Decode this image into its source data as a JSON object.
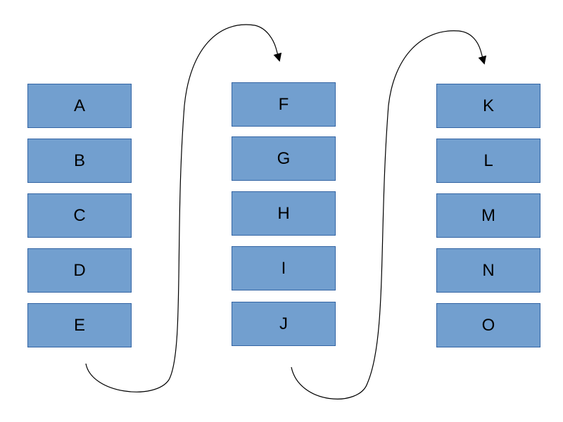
{
  "columns": [
    {
      "boxes": [
        "A",
        "B",
        "C",
        "D",
        "E"
      ]
    },
    {
      "boxes": [
        "F",
        "G",
        "H",
        "I",
        "J"
      ]
    },
    {
      "boxes": [
        "K",
        "L",
        "M",
        "N",
        "O"
      ]
    }
  ],
  "connectors": [
    {
      "from": "E",
      "to": "F"
    },
    {
      "from": "J",
      "to": "K"
    }
  ],
  "colors": {
    "box_fill": "#729fcf",
    "box_border": "#3465a4",
    "text": "#000000",
    "connector": "#000000"
  }
}
